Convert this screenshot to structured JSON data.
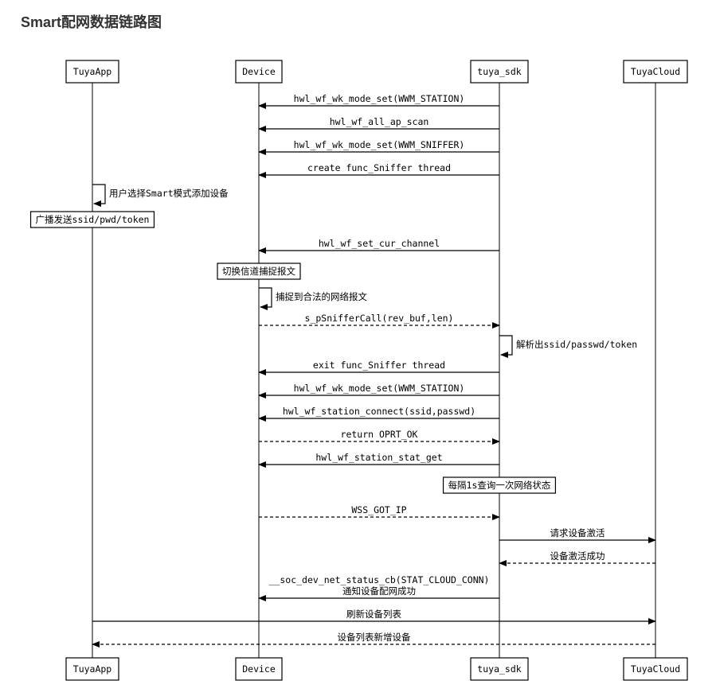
{
  "title": "Smart配网数据链路图",
  "participants": [
    {
      "id": "app",
      "name": "TuyaApp"
    },
    {
      "id": "dev",
      "name": "Device"
    },
    {
      "id": "sdk",
      "name": "tuya_sdk"
    },
    {
      "id": "cloud",
      "name": "TuyaCloud"
    }
  ],
  "events": [
    {
      "kind": "msg",
      "from": "sdk",
      "to": "dev",
      "style": "solid",
      "lines": [
        "hwl_wf_wk_mode_set(WWM_STATION)"
      ]
    },
    {
      "kind": "msg",
      "from": "sdk",
      "to": "dev",
      "style": "solid",
      "lines": [
        "hwl_wf_all_ap_scan"
      ]
    },
    {
      "kind": "msg",
      "from": "sdk",
      "to": "dev",
      "style": "solid",
      "lines": [
        "hwl_wf_wk_mode_set(WWM_SNIFFER)"
      ]
    },
    {
      "kind": "msg",
      "from": "sdk",
      "to": "dev",
      "style": "solid",
      "lines": [
        "create func_Sniffer thread"
      ]
    },
    {
      "kind": "self",
      "at": "app",
      "lines": [
        "用户选择Smart模式添加设备"
      ]
    },
    {
      "kind": "note",
      "at": "app",
      "lines": [
        "广播发送ssid/pwd/token"
      ]
    },
    {
      "kind": "msg",
      "from": "sdk",
      "to": "dev",
      "style": "solid",
      "lines": [
        "hwl_wf_set_cur_channel"
      ]
    },
    {
      "kind": "note",
      "at": "dev",
      "lines": [
        "切换信道捕捉报文"
      ]
    },
    {
      "kind": "self",
      "at": "dev",
      "lines": [
        "捕捉到合法的网络报文"
      ]
    },
    {
      "kind": "msg",
      "from": "dev",
      "to": "sdk",
      "style": "dashed",
      "lines": [
        "s_pSnifferCall(rev_buf,len)"
      ]
    },
    {
      "kind": "self",
      "at": "sdk",
      "lines": [
        "解析出ssid/passwd/token"
      ]
    },
    {
      "kind": "msg",
      "from": "sdk",
      "to": "dev",
      "style": "solid",
      "lines": [
        "exit func_Sniffer thread"
      ]
    },
    {
      "kind": "msg",
      "from": "sdk",
      "to": "dev",
      "style": "solid",
      "lines": [
        "hwl_wf_wk_mode_set(WWM_STATION)"
      ]
    },
    {
      "kind": "msg",
      "from": "sdk",
      "to": "dev",
      "style": "solid",
      "lines": [
        "hwl_wf_station_connect(ssid,passwd)"
      ]
    },
    {
      "kind": "msg",
      "from": "dev",
      "to": "sdk",
      "style": "dashed",
      "lines": [
        "return OPRT_OK"
      ]
    },
    {
      "kind": "msg",
      "from": "sdk",
      "to": "dev",
      "style": "solid",
      "lines": [
        "hwl_wf_station_stat_get"
      ]
    },
    {
      "kind": "note",
      "at": "sdk",
      "lines": [
        "每隔1s查询一次网络状态"
      ]
    },
    {
      "kind": "msg",
      "from": "dev",
      "to": "sdk",
      "style": "dashed",
      "lines": [
        "WSS_GOT_IP"
      ]
    },
    {
      "kind": "msg",
      "from": "sdk",
      "to": "cloud",
      "style": "solid",
      "lines": [
        "请求设备激活"
      ]
    },
    {
      "kind": "msg",
      "from": "cloud",
      "to": "sdk",
      "style": "dashed",
      "lines": [
        "设备激活成功"
      ]
    },
    {
      "kind": "msg",
      "from": "sdk",
      "to": "dev",
      "style": "solid",
      "lines": [
        "__soc_dev_net_status_cb(STAT_CLOUD_CONN)",
        "通知设备配网成功"
      ]
    },
    {
      "kind": "msg",
      "from": "app",
      "to": "cloud",
      "style": "solid",
      "lines": [
        "刷新设备列表"
      ]
    },
    {
      "kind": "msg",
      "from": "cloud",
      "to": "app",
      "style": "dashed",
      "lines": [
        "设备列表新增设备"
      ]
    }
  ]
}
